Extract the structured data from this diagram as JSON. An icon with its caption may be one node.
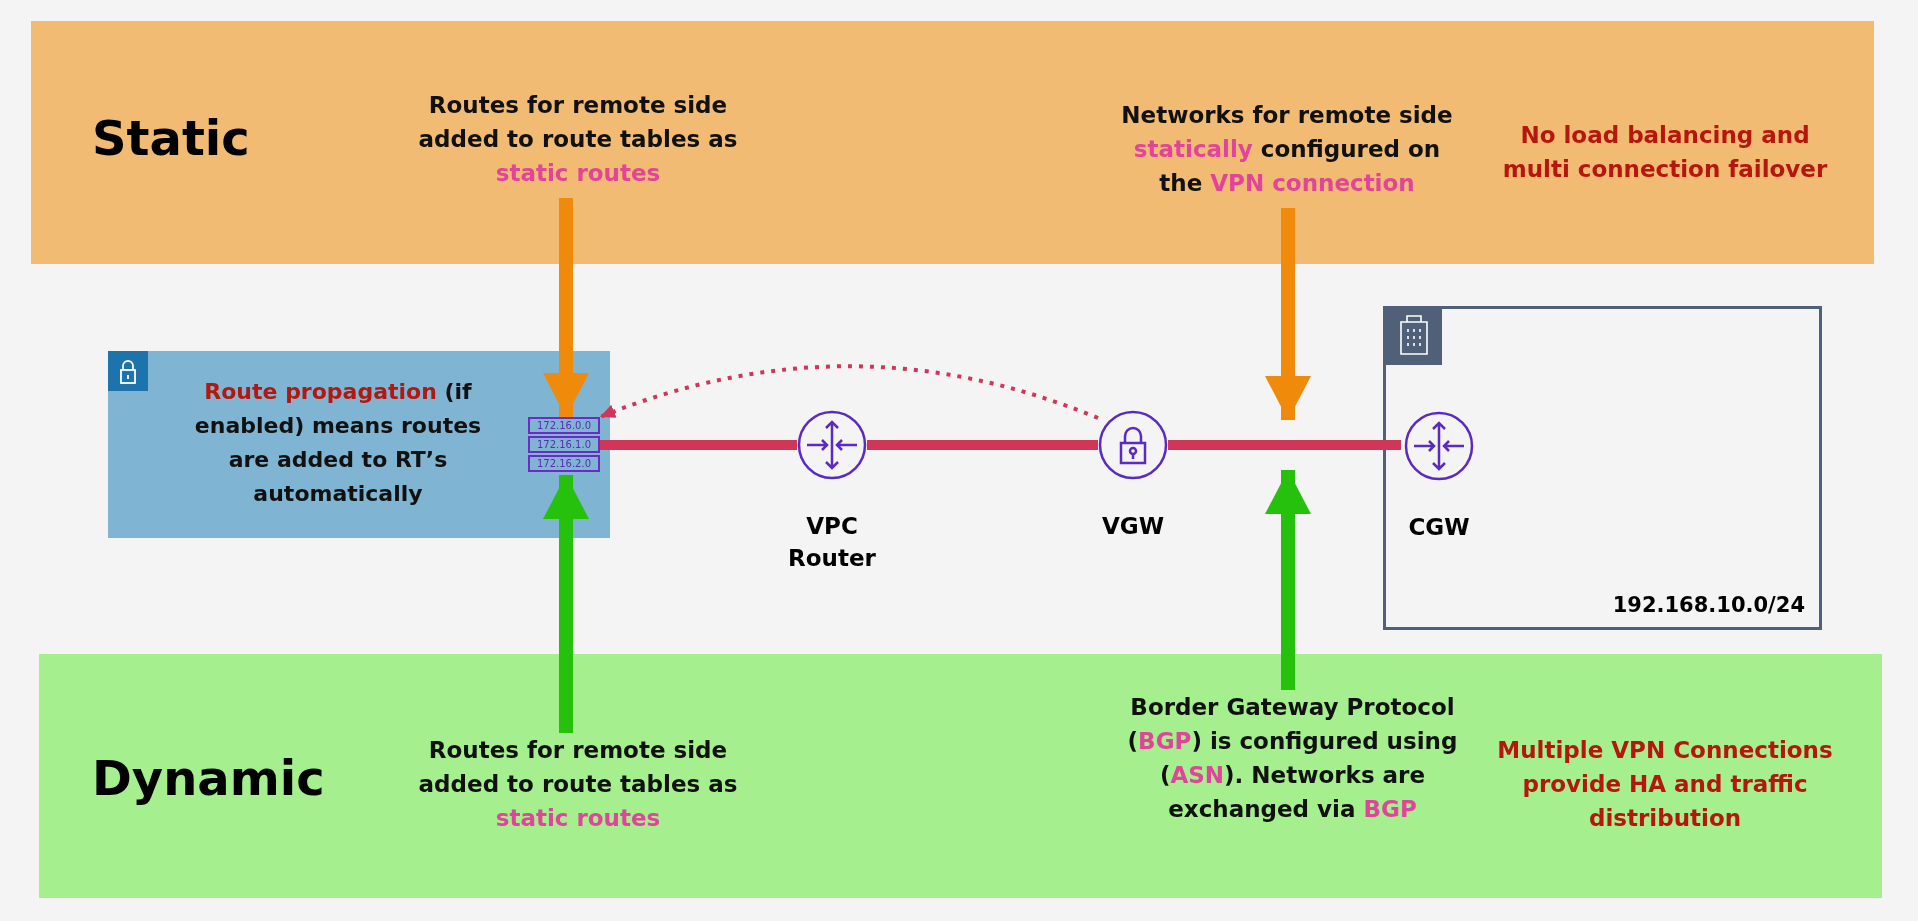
{
  "diagram": {
    "nodes": [
      {
        "text": [
          "Static"
        ]
      },
      {
        "text": [
          "Routes for remote side added to route tables as **static routes**"
        ],
        "in": 0
      },
      {
        "text": [
          "Networks for remote side **statically** configured on the **VPN connection**"
        ],
        "in": 0
      },
      {
        "text": [
          "No load balancing and multi connection failover"
        ],
        "in": 0
      },
      {
        "text": [
          "**Route propagation** (if enabled) means routes are added to RT’s automatically"
        ]
      },
      {
        "text": [
          "172.16.0.0",
          "172.16.1.0",
          "172.16.2.0"
        ],
        "in": 4
      },
      {
        "text": [
          "VPC Router"
        ]
      },
      {
        "text": [
          "VGW"
        ]
      },
      {
        "text": [
          "192.168.10.0/24"
        ]
      },
      {
        "text": [
          "CGW"
        ],
        "in": 8
      },
      {
        "text": [
          "Dynamic"
        ]
      },
      {
        "text": [
          "Routes for remote side added to route tables as **static routes**"
        ],
        "in": 10
      },
      {
        "text": [
          "Border Gateway Protocol (**BGP**) is configured using (**ASN**). Networks are exchanged via **BGP**"
        ],
        "in": 10
      },
      {
        "text": [
          "Multiple VPN Connections provide HA and traffic distribution"
        ],
        "in": 10
      }
    ],
    "edges": [
      {
        "from": 1,
        "to": 5,
        "arrow": "to",
        "color": "#f08a0b"
      },
      {
        "from": 2,
        "to": null,
        "arrow": "to",
        "color": "#f08a0b"
      },
      {
        "from": 5,
        "to": 6,
        "arrow": "none"
      },
      {
        "from": 6,
        "to": 7,
        "arrow": "none"
      },
      {
        "from": 7,
        "to": 9,
        "arrow": "none"
      },
      {
        "from": 7,
        "to": 5,
        "arrow": "to",
        "style": "dashed",
        "color": "#cf3657"
      },
      {
        "from": 11,
        "to": 5,
        "arrow": "to",
        "color": "#25c10c"
      },
      {
        "from": 12,
        "to": null,
        "arrow": "to",
        "color": "#25c10c"
      }
    ]
  }
}
